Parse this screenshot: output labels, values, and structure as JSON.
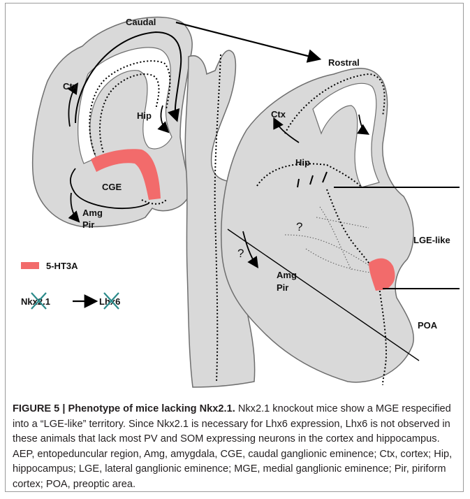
{
  "figure": {
    "labels": {
      "caudal": "Caudal",
      "rostral": "Rostral",
      "ctx_left": "Ctx",
      "hip_left": "Hip",
      "cge": "CGE",
      "amg_left": "Amg",
      "pir_left": "Pir",
      "ctx_right": "Ctx",
      "hip_right": "Hip",
      "question_upper": "?",
      "question_lower": "?",
      "lge_like": "LGE-like",
      "amg_right": "Amg",
      "pir_right": "Pir",
      "poa": "POA"
    },
    "legend": {
      "marker_label": "5-HT3A",
      "marker_color": "#f26b6b",
      "gene_a": "Nkx2.1",
      "gene_b": "Lhx6",
      "cross_color": "#2a8a8a"
    },
    "colors": {
      "tissue_fill": "#d9d9d9",
      "tissue_stroke": "#6e6e6e",
      "line": "#000000"
    }
  },
  "caption": {
    "title": "FIGURE 5 | Phenotype of mice lacking Nkx2.1.",
    "body": " Nkx2.1 knockout mice show a MGE respecified into a “LGE-like” territory. Since Nkx2.1 is necessary for Lhx6 expression, Lhx6 is not observed in these animals that lack most PV and SOM expressing neurons in the cortex and hippocampus. AEP, entopeduncular region, Amg, amygdala, CGE, caudal ganglionic eminence; Ctx, cortex; Hip, hippocampus; LGE, lateral ganglionic eminence; MGE, medial ganglionic eminence; Pir, piriform cortex; POA, preoptic area."
  }
}
